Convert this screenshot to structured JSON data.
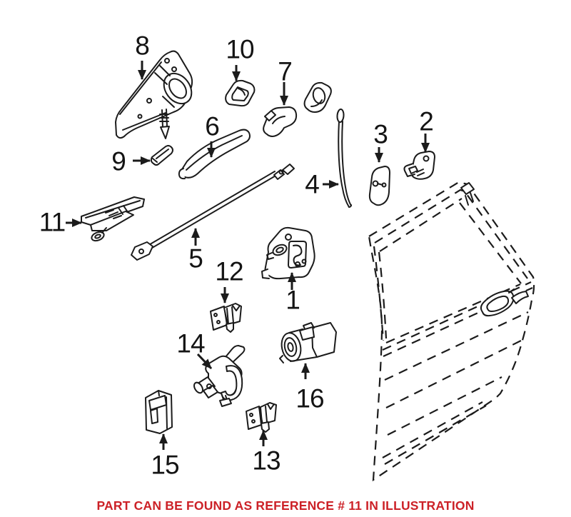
{
  "diagram": {
    "background": "#ffffff",
    "line_color": "#1b1b1b",
    "part_labels": [
      "1",
      "2",
      "3",
      "4",
      "5",
      "6",
      "7",
      "8",
      "9",
      "10",
      "11",
      "12",
      "13",
      "14",
      "15",
      "16"
    ]
  },
  "caption": {
    "text": "PART CAN BE FOUND AS REFERENCE # 11 IN ILLUSTRATION",
    "color": "#cc2127",
    "referenced_part": "11"
  }
}
